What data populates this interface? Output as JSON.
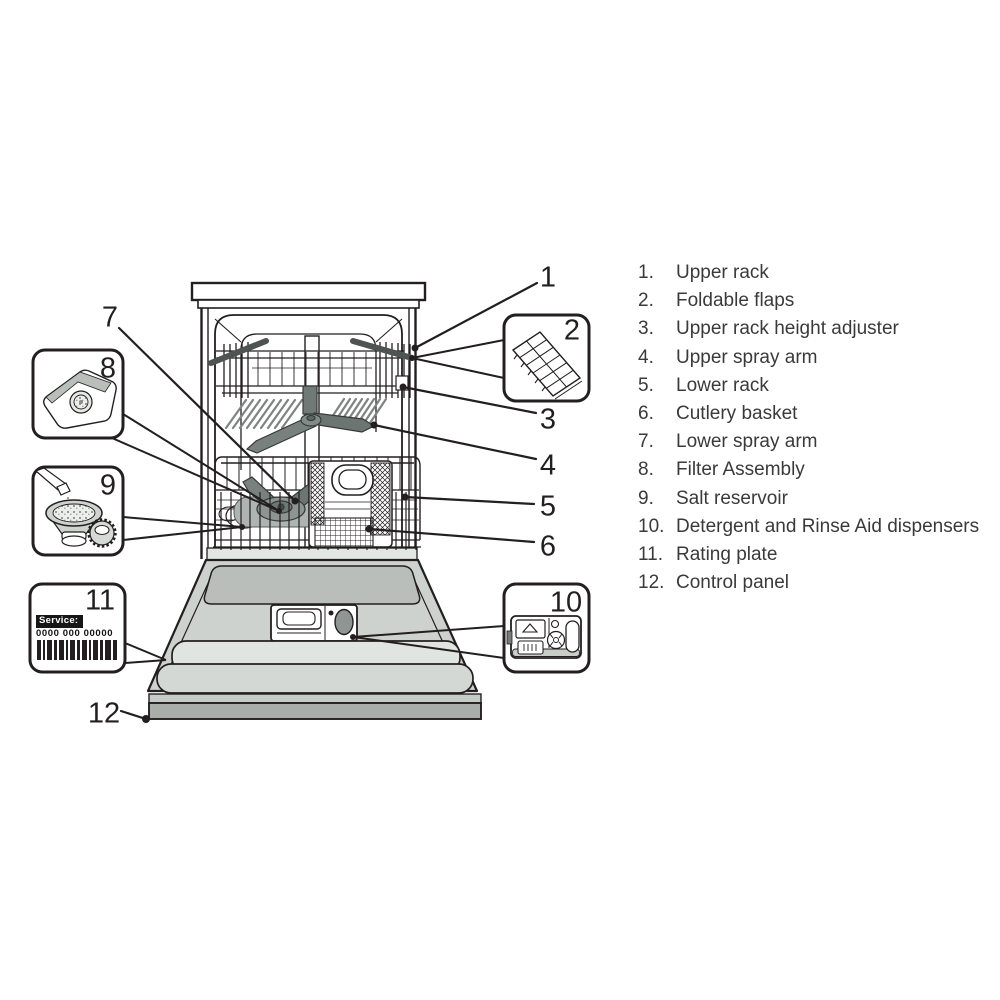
{
  "figure": {
    "title": "Dishwasher parts diagram",
    "colors": {
      "line": "#231f20",
      "door_gray": "#cdd2cf",
      "recess_gray": "#b9beba",
      "spray_arm_gray": "#717977",
      "flap_bar_gray": "#4e5452",
      "light_panel": "#e1e5e1",
      "mid_panel": "#d3d8d4",
      "plinth_top": "#c7cbc8",
      "plinth_front": "#a9aeab"
    }
  },
  "callouts": {
    "n1": "1",
    "n2": "2",
    "n3": "3",
    "n4": "4",
    "n5": "5",
    "n6": "6",
    "n7": "7",
    "n8": "8",
    "n9": "9",
    "n10": "10",
    "n11": "11",
    "n12": "12"
  },
  "legend": {
    "items": [
      {
        "num": "1.",
        "label": "Upper rack"
      },
      {
        "num": "2.",
        "label": "Foldable flaps"
      },
      {
        "num": "3.",
        "label": "Upper rack height adjuster"
      },
      {
        "num": "4.",
        "label": "Upper spray arm"
      },
      {
        "num": "5.",
        "label": "Lower rack"
      },
      {
        "num": "6.",
        "label": "Cutlery basket"
      },
      {
        "num": "7.",
        "label": "Lower spray arm"
      },
      {
        "num": "8.",
        "label": "Filter Assembly"
      },
      {
        "num": "9.",
        "label": "Salt reservoir"
      },
      {
        "num": "10.",
        "label": "Detergent and Rinse Aid dispensers"
      },
      {
        "num": "11.",
        "label": "Rating plate"
      },
      {
        "num": "12.",
        "label": "Control panel"
      }
    ]
  },
  "rating_plate": {
    "service_label": "Service:",
    "serial_number": "0000 000 00000"
  }
}
